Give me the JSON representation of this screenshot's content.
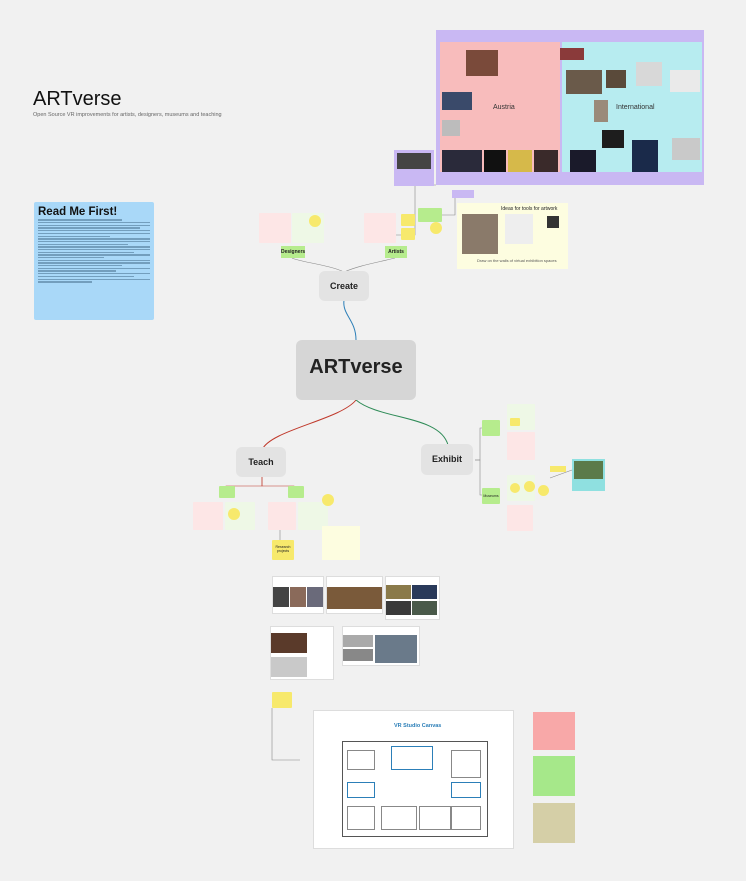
{
  "board": {
    "title": "ARTverse",
    "subtitle": "Open Source VR improvements for artists, designers, museums and teaching"
  },
  "readme": {
    "heading": "Read Me First!"
  },
  "central": {
    "title": "ARTverse"
  },
  "nodes": {
    "create": "Create",
    "teach": "Teach",
    "exhibit": "Exhibit",
    "designers": "Designers",
    "artists": "Artists"
  },
  "collage": {
    "austria": "Austria",
    "international": "International"
  },
  "ideas": {
    "title": "Ideas for tools for artwork",
    "caption": "Draw on the walls of virtual exhibition spaces"
  },
  "exhibit_notes": {
    "museums": "Museums"
  },
  "teach_notes": {
    "research": "Research projects"
  },
  "canvas": {
    "title": "VR Studio Canvas"
  },
  "colors": {
    "accent_red": "#c0392b",
    "accent_green": "#2e8b57",
    "accent_blue": "#2c7fb8",
    "sticky_yellow": "#f7e96c",
    "sticky_green": "#b6ec8d",
    "sticky_pink": "#f8bcbc",
    "readme_blue": "#a9d8f8",
    "collage_purple": "#c9b8f3"
  }
}
